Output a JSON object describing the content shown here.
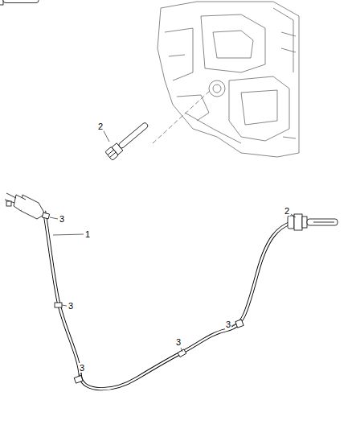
{
  "diagram": {
    "labels": [
      "2",
      "3",
      "2",
      "1",
      "3",
      "3",
      "3",
      "3"
    ]
  }
}
